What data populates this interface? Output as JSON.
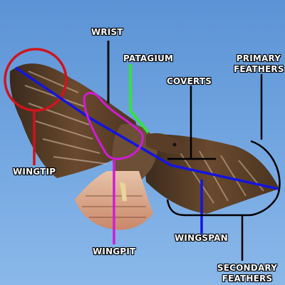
{
  "labels": {
    "wrist": "WRIST",
    "patagium": "PATAGIUM",
    "coverts": "COVERTS",
    "primary_feathers": [
      "PRIMARY",
      "FEATHERS"
    ],
    "wingtip": "WINGTIP",
    "wingspan": "WINGSPAN",
    "wingpit": "WINGPIT",
    "secondary_feathers": [
      "SECONDARY",
      "FEATHERS"
    ]
  },
  "colors": {
    "sky_top": "#5b93d6",
    "sky_bottom": "#8ab8ea",
    "wingtip_marker": "#d0141c",
    "patagium_marker": "#2ee82e",
    "wingpit_marker": "#d21bd6",
    "wingspan_marker": "#1414e0",
    "leader_lines": "#000000",
    "wrist_line": "#111111"
  }
}
